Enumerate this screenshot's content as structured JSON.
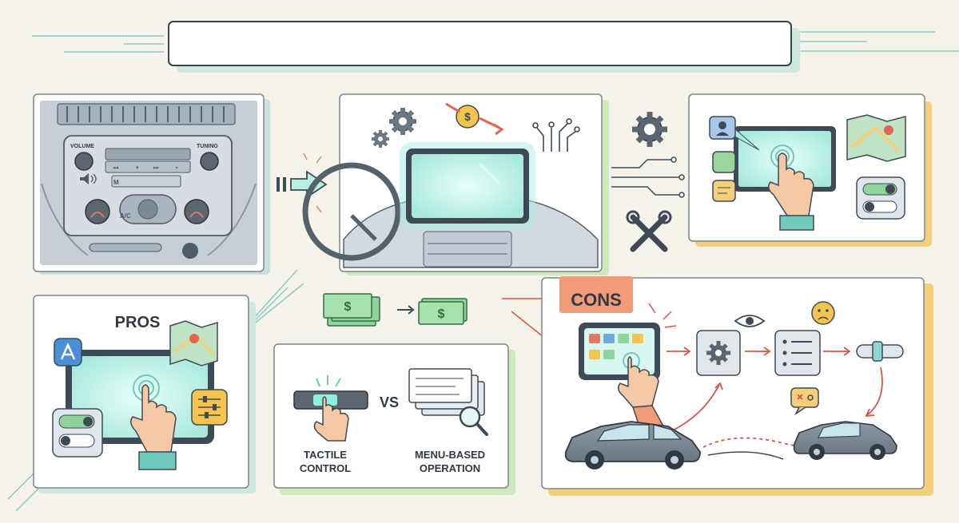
{
  "title_bar": {
    "text": ""
  },
  "panels": {
    "old_dash": {
      "volume_label": "VOLUME",
      "tuning_label": "TUNING",
      "mode_labels": [
        "M",
        "A/C"
      ]
    },
    "pros": {
      "heading": "PROS"
    },
    "comparison": {
      "vs_label": "VS",
      "tactile_label_line1": "TACTILE",
      "tactile_label_line2": "CONTROL",
      "menu_label_line1": "MENU-BASED",
      "menu_label_line2": "OPERATION"
    },
    "cons": {
      "heading": "CONS"
    }
  },
  "currency_symbol": "$",
  "icons": [
    "gear-icon",
    "dollar-coin-icon",
    "circuit-icon",
    "wrench-icon",
    "eye-icon",
    "worried-face-icon",
    "angry-speech-icon",
    "map-icon",
    "app-store-icon",
    "toggle-icon",
    "slider-icon",
    "magnifier-icon",
    "hand-pointer-icon",
    "car-icon"
  ],
  "colors": {
    "background": "#f5f3ea",
    "accent_teal": "#6fc9bd",
    "screen_glow": "#bff3e8",
    "cons_tab": "#f39a78",
    "arrow_red": "#d2584a",
    "money_green": "#8fd49a",
    "shadow_orange": "#f6cf7d",
    "shadow_green": "#cfe9bd"
  }
}
